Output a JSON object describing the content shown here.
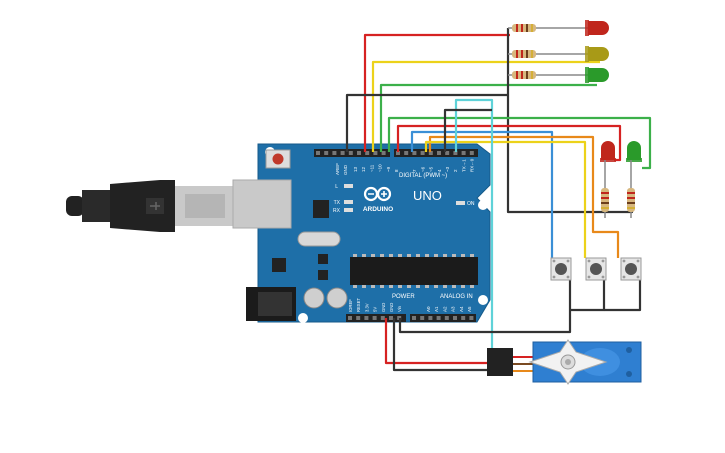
{
  "board": {
    "brand": "ARDUINO",
    "model": "UNO",
    "digital_header": "DIGITAL (PWM ~)",
    "power_header": "POWER",
    "analog_header": "ANALOG IN",
    "on_label": "ON",
    "l_label": "L",
    "tx_label": "TX",
    "rx_label": "RX",
    "aref_label": "AREF",
    "gnd_label": "GND",
    "digital_pins": [
      "13",
      "12",
      "~11",
      "~10",
      "~9",
      "8",
      "7",
      "~6",
      "~5",
      "4",
      "~3",
      "2",
      "TX→1",
      "RX←0"
    ],
    "power_pins": [
      "IOREF",
      "RESET",
      "3.3V",
      "5V",
      "GND",
      "GND",
      "Vin"
    ],
    "analog_pins": [
      "A0",
      "A1",
      "A2",
      "A3",
      "A4",
      "A5"
    ]
  },
  "components": {
    "leds": [
      {
        "name": "led-red-top",
        "color": "#c0261c"
      },
      {
        "name": "led-yellow-top",
        "color": "#a89a17"
      },
      {
        "name": "led-green-top",
        "color": "#2a9a2a"
      },
      {
        "name": "led-red-right",
        "color": "#c0261c"
      },
      {
        "name": "led-green-right",
        "color": "#2a9a2a"
      }
    ],
    "button_count": 3,
    "servo_color": "#2f7fd1"
  },
  "colors": {
    "board": "#1e6fa8",
    "wire_red": "#d62222",
    "wire_yellow": "#ecd21a",
    "wire_green": "#3cb04a",
    "wire_black": "#333333",
    "wire_cyan": "#5fd2d8",
    "wire_blue": "#3a8fd6",
    "wire_orange": "#e8891a",
    "wire_darkred": "#b52020"
  }
}
